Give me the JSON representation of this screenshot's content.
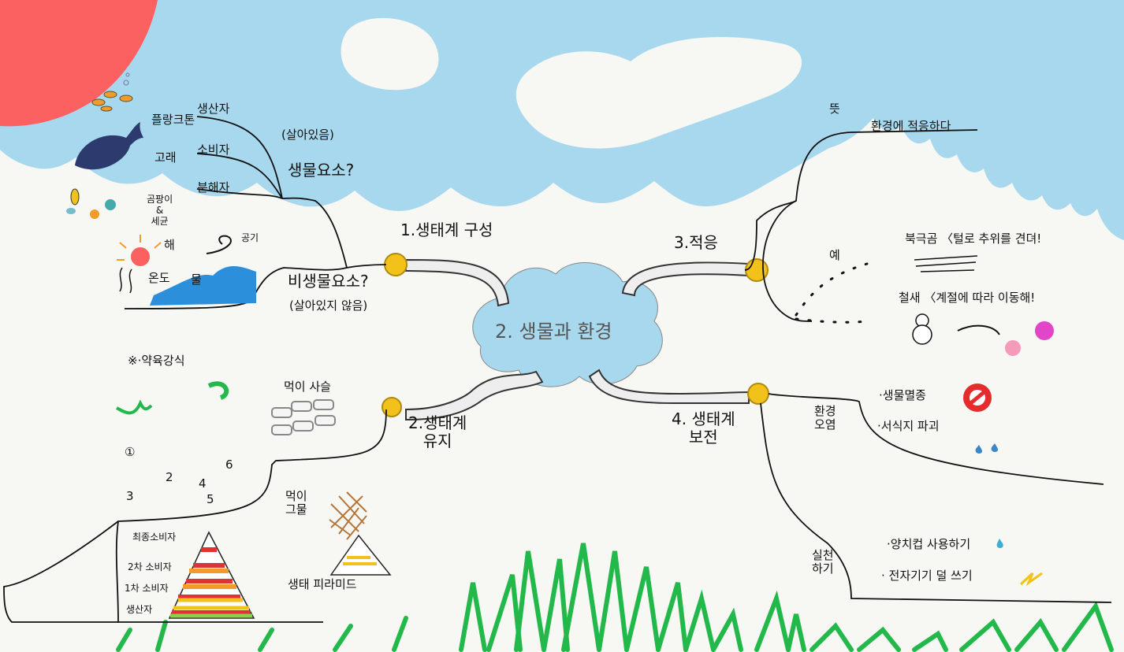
{
  "center": {
    "title": "2. 생물과 환경"
  },
  "branch1": {
    "title": "1.생태계 구성",
    "living_note": "(살아있음)",
    "living": "생물요소?",
    "producer_example": "플랑크톤",
    "producer": "생산자",
    "consumer_example": "고래",
    "consumer": "소비자",
    "decomposer_example": [
      "곰팡이",
      "&",
      "세균"
    ],
    "decomposer": "분해자",
    "sun": "해",
    "air": "공기",
    "temperature": "온도",
    "water": "물",
    "nonliving": "비생물요소?",
    "nonliving_note": "(살아있지 않음)"
  },
  "branch2": {
    "title": [
      "2.생태계",
      "유지"
    ],
    "note": "※·약육강식",
    "chain": "먹이 사슬",
    "web": [
      "먹이",
      "그물"
    ],
    "pyramid": "생태 피라미드",
    "levels": [
      "최종소비자",
      "2차 소비자",
      "1차 소비자",
      "생산자"
    ],
    "sequence": [
      "①",
      "2",
      "3",
      "4",
      "5",
      "6"
    ]
  },
  "branch3": {
    "title": "3.적응",
    "meaning_label": "뜻",
    "meaning": "환경에 적응하다",
    "example_label": "예",
    "example1": "북극곰 〈털로 추위를 견뎌!",
    "example2": "철새 〈계절에 따라 이동해!"
  },
  "branch4": {
    "title": [
      "4. 생태계",
      "보전"
    ],
    "pollution": [
      "환경",
      "오염"
    ],
    "pollution_items": [
      "·생물멸종",
      "·서식지 파괴"
    ],
    "practice": [
      "실천",
      "하기"
    ],
    "practice_items": [
      "·양치컵 사용하기",
      "· 전자기기 덜 쓰기"
    ]
  },
  "colors": {
    "sky": "#a7d8ee",
    "sun": "#fb6160",
    "grass": "#22b84a",
    "node": "#f2c21b",
    "center_cloud": "#a7d8ee",
    "background": "#f7f7f4"
  }
}
